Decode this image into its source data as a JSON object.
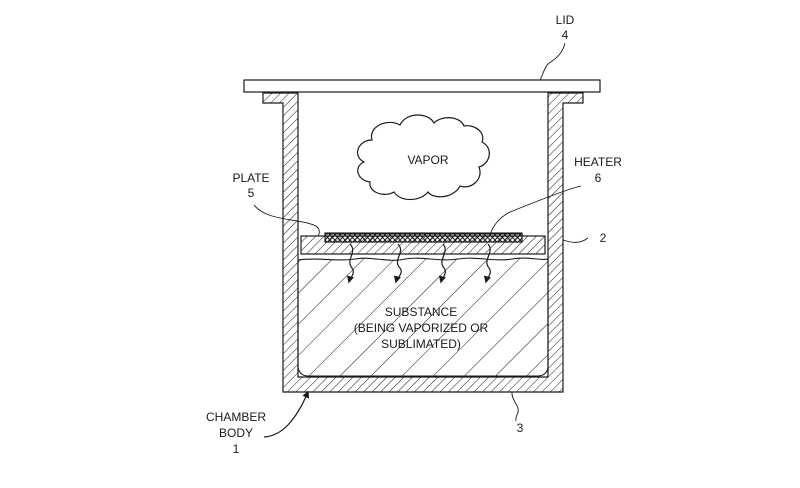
{
  "labels": {
    "lid_name": "LID",
    "lid_num": "4",
    "vapor": "VAPOR",
    "plate_name": "PLATE",
    "plate_num": "5",
    "heater_name": "HEATER",
    "heater_num": "6",
    "wall_num": "2",
    "substance_line1": "SUBSTANCE",
    "substance_line2": "(BEING VAPORIZED OR",
    "substance_line3": "SUBLIMATED)",
    "body_line1": "CHAMBER",
    "body_line2": "BODY",
    "body_num": "1",
    "bottom_num": "3"
  },
  "colors": {
    "ink": "#1a1a1a",
    "background": "#ffffff"
  }
}
